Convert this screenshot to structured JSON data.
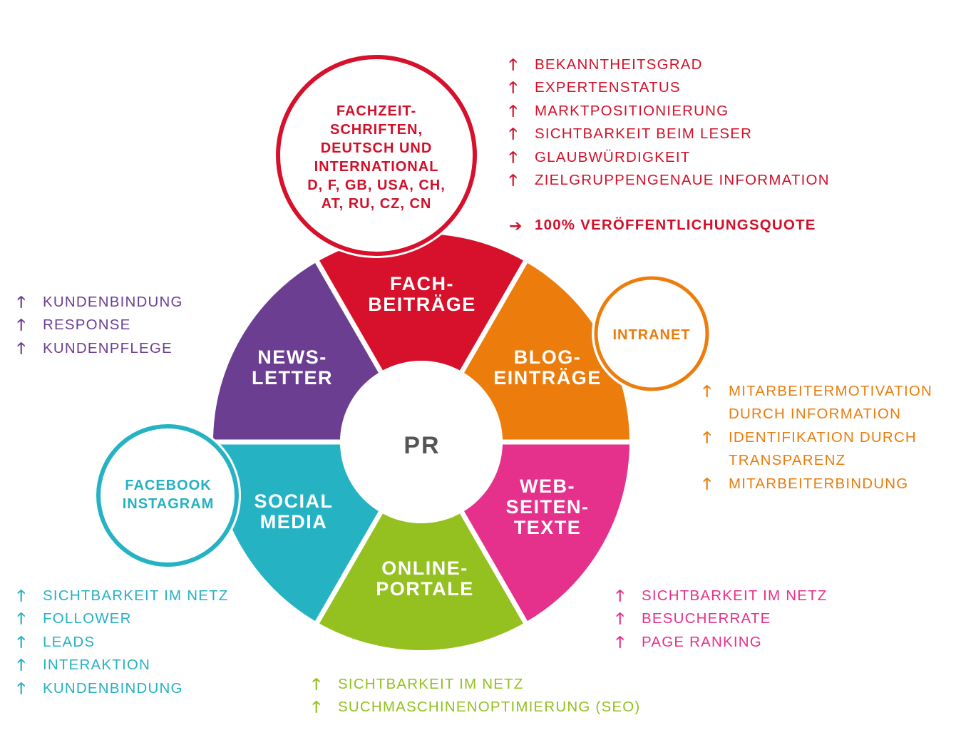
{
  "diagram": {
    "colors": {
      "red": "#d7102b",
      "orange": "#ec7d0d",
      "pink": "#e5318b",
      "green": "#94c11f",
      "teal": "#25b3c4",
      "purple": "#6b3e91",
      "center_text": "#555555"
    },
    "center": "PR",
    "segments": {
      "fachbeitraege": "FACH-\nBEITRÄGE",
      "blog": "BLOG-\nEINTRÄGE",
      "webseiten": "WEB-\nSEITEN-\nTEXTE",
      "online": "ONLINE-\nPORTALE",
      "social": "SOCIAL\nMEDIA",
      "newsletter": "NEWS-\nLETTER"
    },
    "bubbles": {
      "fachzeitschriften": "FACHZEIT-\nSCHRIFTEN,\nDEUTSCH UND\nINTERNATIONAL\nD, F, GB, USA, CH,\nAT, RU, CZ, CN",
      "intranet": "INTRANET",
      "facebook": "FACEBOOK\nINSTAGRAM"
    },
    "lists": {
      "fachbeitraege": [
        "BEKANNTHEITSGRAD",
        "EXPERTENSTATUS",
        "MARKTPOSITIONIERUNG",
        "SICHTBARKEIT BEIM LESER",
        "GLAUBWÜRDIGKEIT",
        "ZIELGRUPPENGENAUE INFORMATION"
      ],
      "fachbeitraege_quote": "100% VERÖFFENTLICHUNGSQUOTE",
      "newsletter": [
        "KUNDENBINDUNG",
        "RESPONSE",
        "KUNDENPFLEGE"
      ],
      "intranet": [
        "MITARBEITERMOTIVATION",
        "DURCH INFORMATION",
        "IDENTIFIKATION DURCH",
        "TRANSPARENZ",
        "MITARBEITERBINDUNG"
      ],
      "social": [
        "SICHTBARKEIT IM NETZ",
        "FOLLOWER",
        "LEADS",
        "INTERAKTION",
        "KUNDENBINDUNG"
      ],
      "webseiten": [
        "SICHTBARKEIT IM NETZ",
        "BESUCHERRATE",
        "PAGE RANKING"
      ],
      "online": [
        "SICHTBARKEIT IM NETZ",
        "SUCHMASCHINENOPTIMIERUNG (SEO)"
      ]
    },
    "arrow_icon": "up-arrow-icon",
    "quote_icon": "right-arrow-icon"
  }
}
